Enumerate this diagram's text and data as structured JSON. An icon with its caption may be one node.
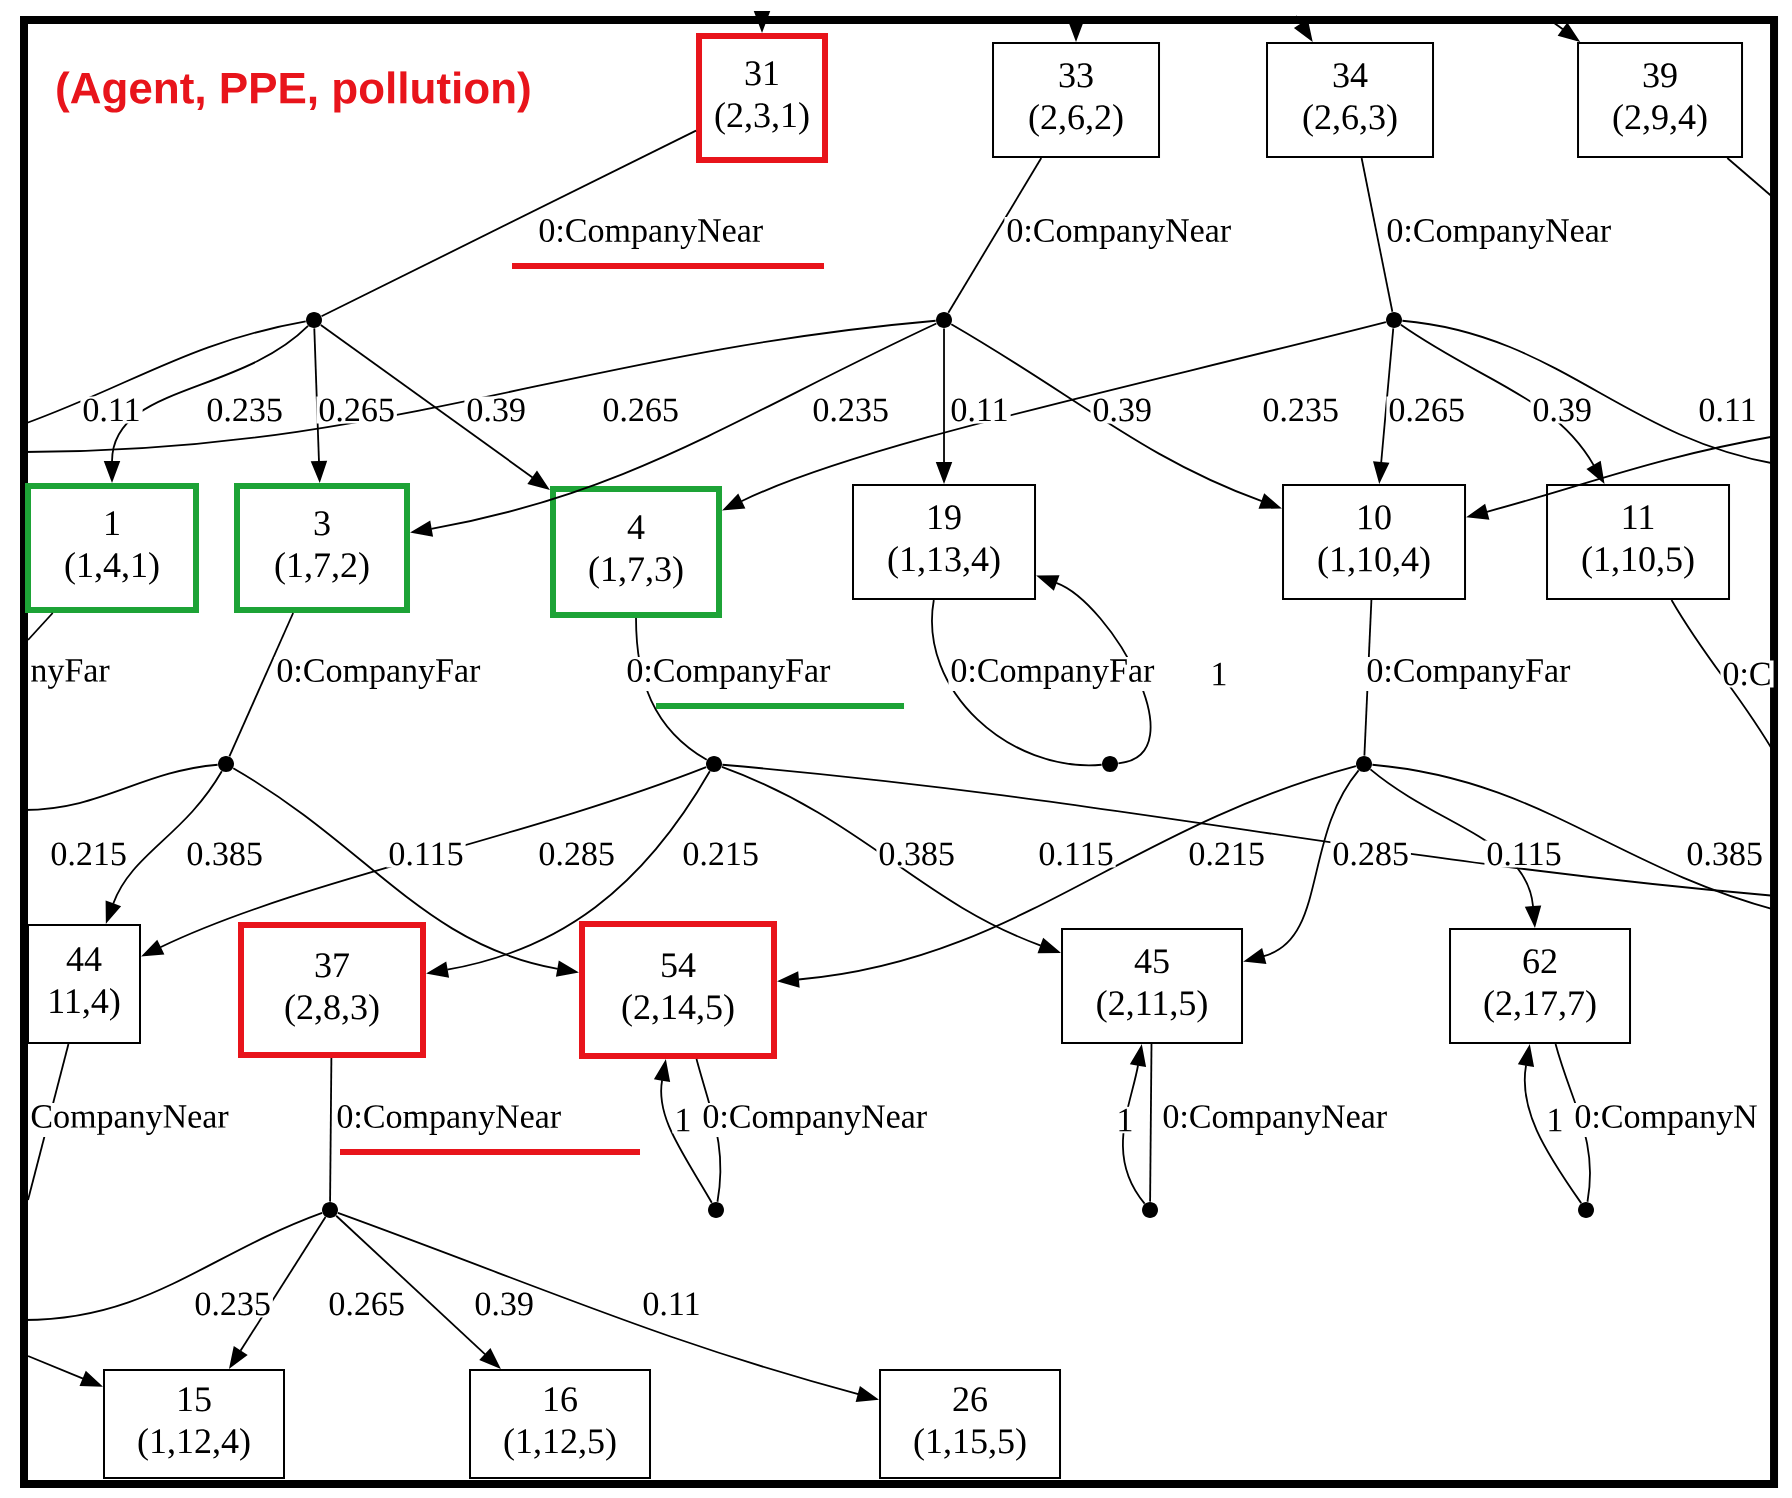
{
  "diagram": {
    "title": "(Agent, PPE, pollution)",
    "nodes": [
      {
        "text": [
          "31",
          "(2,3,1)"
        ]
      },
      {
        "text": [
          "33",
          "(2,6,2)"
        ]
      },
      {
        "text": [
          "34",
          "(2,6,3)"
        ]
      },
      {
        "text": [
          "39",
          "(2,9,4)"
        ]
      },
      {
        "text": [],
        "shape": "circle"
      },
      {
        "text": [],
        "shape": "circle"
      },
      {
        "text": [],
        "shape": "circle"
      },
      {
        "text": [
          "1",
          "(1,4,1)"
        ]
      },
      {
        "text": [
          "3",
          "(1,7,2)"
        ]
      },
      {
        "text": [
          "4",
          "(1,7,3)"
        ]
      },
      {
        "text": [
          "19",
          "(1,13,4)"
        ]
      },
      {
        "text": [
          "10",
          "(1,10,4)"
        ]
      },
      {
        "text": [
          "11",
          "(1,10,5)"
        ]
      },
      {
        "text": [],
        "shape": "circle"
      },
      {
        "text": [],
        "shape": "circle"
      },
      {
        "text": [],
        "shape": "circle"
      },
      {
        "text": [],
        "shape": "circle"
      },
      {
        "text": [
          "44",
          "11,4)"
        ]
      },
      {
        "text": [
          "37",
          "(2,8,3)"
        ]
      },
      {
        "text": [
          "54",
          "(2,14,5)"
        ]
      },
      {
        "text": [
          "45",
          "(2,11,5)"
        ]
      },
      {
        "text": [
          "62",
          "(2,17,7)"
        ]
      },
      {
        "text": [],
        "shape": "circle"
      },
      {
        "text": [],
        "shape": "circle"
      },
      {
        "text": [],
        "shape": "circle"
      },
      {
        "text": [],
        "shape": "circle"
      },
      {
        "text": [
          "15",
          "(1,12,4)"
        ]
      },
      {
        "text": [
          "16",
          "(1,12,5)"
        ]
      },
      {
        "text": [
          "26",
          "(1,15,5)"
        ]
      }
    ],
    "edges": [
      {
        "from": null,
        "to": 0,
        "arrow": "to"
      },
      {
        "from": null,
        "to": 1,
        "arrow": "to"
      },
      {
        "from": null,
        "to": 2,
        "arrow": "to"
      },
      {
        "from": null,
        "to": 3,
        "arrow": "to"
      },
      {
        "from": 3,
        "to": null,
        "arrow": "none"
      },
      {
        "from": 0,
        "to": 4,
        "arrow": "none",
        "label": "0:CompanyNear"
      },
      {
        "from": 1,
        "to": 5,
        "arrow": "none",
        "label": "0:CompanyNear"
      },
      {
        "from": 2,
        "to": 6,
        "arrow": "none",
        "label": "0:CompanyNear"
      },
      {
        "from": 4,
        "to": null,
        "arrow": "none",
        "label": "0.11"
      },
      {
        "from": 4,
        "to": 7,
        "arrow": "to",
        "label": "0.235"
      },
      {
        "from": 4,
        "to": 8,
        "arrow": "to",
        "label": "0.265"
      },
      {
        "from": 4,
        "to": 9,
        "arrow": "to",
        "label": "0.39"
      },
      {
        "from": 5,
        "to": null,
        "arrow": "none",
        "label": "0.265"
      },
      {
        "from": 5,
        "to": 8,
        "arrow": "to",
        "label": "0.235"
      },
      {
        "from": 5,
        "to": 10,
        "arrow": "to",
        "label": "0.11"
      },
      {
        "from": 5,
        "to": 11,
        "arrow": "to",
        "label": "0.39"
      },
      {
        "from": 6,
        "to": 9,
        "arrow": "to",
        "label": "0.235"
      },
      {
        "from": 6,
        "to": 11,
        "arrow": "to",
        "label": "0.265"
      },
      {
        "from": 6,
        "to": 12,
        "arrow": "to",
        "label": "0.39"
      },
      {
        "from": 6,
        "to": null,
        "arrow": "none",
        "label": "0.11"
      },
      {
        "from": null,
        "to": 11,
        "arrow": "to"
      },
      {
        "from": 7,
        "to": null,
        "arrow": "none",
        "label": "nyFar"
      },
      {
        "from": 8,
        "to": 13,
        "arrow": "none",
        "label": "0:CompanyFar"
      },
      {
        "from": 9,
        "to": 14,
        "arrow": "none",
        "label": "0:CompanyFar"
      },
      {
        "from": 10,
        "to": 15,
        "arrow": "none",
        "label": "0:CompanyFar"
      },
      {
        "from": 15,
        "to": 10,
        "arrow": "to",
        "label": "1"
      },
      {
        "from": 11,
        "to": 16,
        "arrow": "none",
        "label": "0:CompanyFar"
      },
      {
        "from": 12,
        "to": null,
        "arrow": "none",
        "label": "0:C"
      },
      {
        "from": 13,
        "to": null,
        "arrow": "none",
        "label": "0.215"
      },
      {
        "from": 13,
        "to": 17,
        "arrow": "to",
        "label": "0.385"
      },
      {
        "from": 13,
        "to": 19,
        "arrow": "to",
        "label": "0.115"
      },
      {
        "from": 14,
        "to": 17,
        "arrow": "to",
        "label": "0.285"
      },
      {
        "from": 14,
        "to": 18,
        "arrow": "to",
        "label": "0.215"
      },
      {
        "from": 14,
        "to": 20,
        "arrow": "to",
        "label": "0.385"
      },
      {
        "from": 14,
        "to": null,
        "arrow": "none",
        "label": "0.115"
      },
      {
        "from": 16,
        "to": 19,
        "arrow": "to",
        "label": "0.215"
      },
      {
        "from": 16,
        "to": 20,
        "arrow": "to",
        "label": "0.285"
      },
      {
        "from": 16,
        "to": 21,
        "arrow": "to",
        "label": "0.115"
      },
      {
        "from": 16,
        "to": null,
        "arrow": "none",
        "label": "0.385"
      },
      {
        "from": 17,
        "to": null,
        "arrow": "none",
        "label": "CompanyNear"
      },
      {
        "from": 18,
        "to": 22,
        "arrow": "none",
        "label": "0:CompanyNear"
      },
      {
        "from": 19,
        "to": 23,
        "arrow": "none",
        "label": "0:CompanyNear"
      },
      {
        "from": 23,
        "to": 19,
        "arrow": "to",
        "label": "1"
      },
      {
        "from": 20,
        "to": 24,
        "arrow": "none",
        "label": "0:CompanyNear"
      },
      {
        "from": 24,
        "to": 20,
        "arrow": "to",
        "label": "1"
      },
      {
        "from": 21,
        "to": 25,
        "arrow": "none",
        "label": "0:CompanyN"
      },
      {
        "from": 25,
        "to": 21,
        "arrow": "to",
        "label": "1"
      },
      {
        "from": 22,
        "to": null,
        "arrow": "none",
        "label": "0.235"
      },
      {
        "from": 22,
        "to": 26,
        "arrow": "to",
        "label": "0.265"
      },
      {
        "from": 22,
        "to": 27,
        "arrow": "to",
        "label": "0.39"
      },
      {
        "from": 22,
        "to": 28,
        "arrow": "to",
        "label": "0.11"
      },
      {
        "from": null,
        "to": 26,
        "arrow": "to"
      }
    ]
  }
}
